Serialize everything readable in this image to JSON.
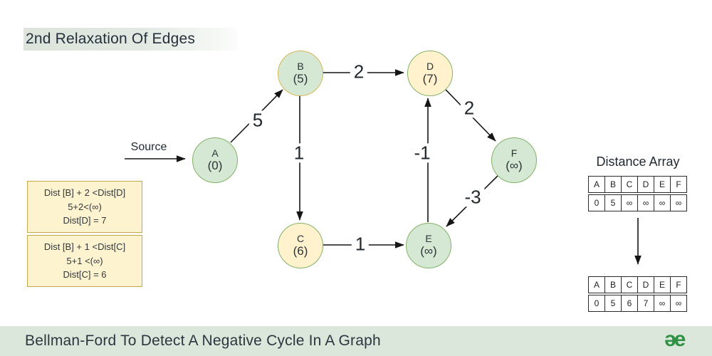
{
  "title": "2nd Relaxation Of Edges",
  "source_label": "Source",
  "colors": {
    "node_green_fill": "#d5e8d4",
    "node_green_border": "#82b366",
    "node_yellow_fill": "#fff2cc",
    "node_yellow_border": "#d6b656",
    "footer_bg": "#dbe7da",
    "logo_green": "#2f9142"
  },
  "graph": {
    "nodes": [
      {
        "id": "A",
        "label": "A",
        "value": "(0)"
      },
      {
        "id": "B",
        "label": "B",
        "value": "(5)"
      },
      {
        "id": "C",
        "label": "C",
        "value": "(6)"
      },
      {
        "id": "D",
        "label": "D",
        "value": "(7)"
      },
      {
        "id": "E",
        "label": "E",
        "value": "(∞)"
      },
      {
        "id": "F",
        "label": "F",
        "value": "(∞)"
      }
    ],
    "edges": [
      {
        "from": "A",
        "to": "B",
        "weight": "5"
      },
      {
        "from": "B",
        "to": "D",
        "weight": "2"
      },
      {
        "from": "B",
        "to": "C",
        "weight": "1"
      },
      {
        "from": "D",
        "to": "F",
        "weight": "2"
      },
      {
        "from": "E",
        "to": "D",
        "weight": "-1"
      },
      {
        "from": "F",
        "to": "E",
        "weight": "-3"
      },
      {
        "from": "C",
        "to": "E",
        "weight": "1"
      }
    ]
  },
  "calc_boxes": [
    {
      "lines": [
        "Dist [B] + 2 <Dist[D]",
        "5+2<(∞)",
        "Dist[D] = 7"
      ]
    },
    {
      "lines": [
        "Dist [B] + 1 <Dist[C]",
        "5+1 <(∞)",
        "Dist[C] = 6"
      ]
    }
  ],
  "distance_array": {
    "title": "Distance Array",
    "headers": [
      "A",
      "B",
      "C",
      "D",
      "E",
      "F"
    ],
    "before": [
      "0",
      "5",
      "∞",
      "∞",
      "∞",
      "∞"
    ],
    "after": [
      "0",
      "5",
      "6",
      "7",
      "∞",
      "∞"
    ]
  },
  "footer": {
    "caption": "Bellman-Ford To Detect A Negative Cycle In A Graph",
    "logo_text": "əe"
  }
}
